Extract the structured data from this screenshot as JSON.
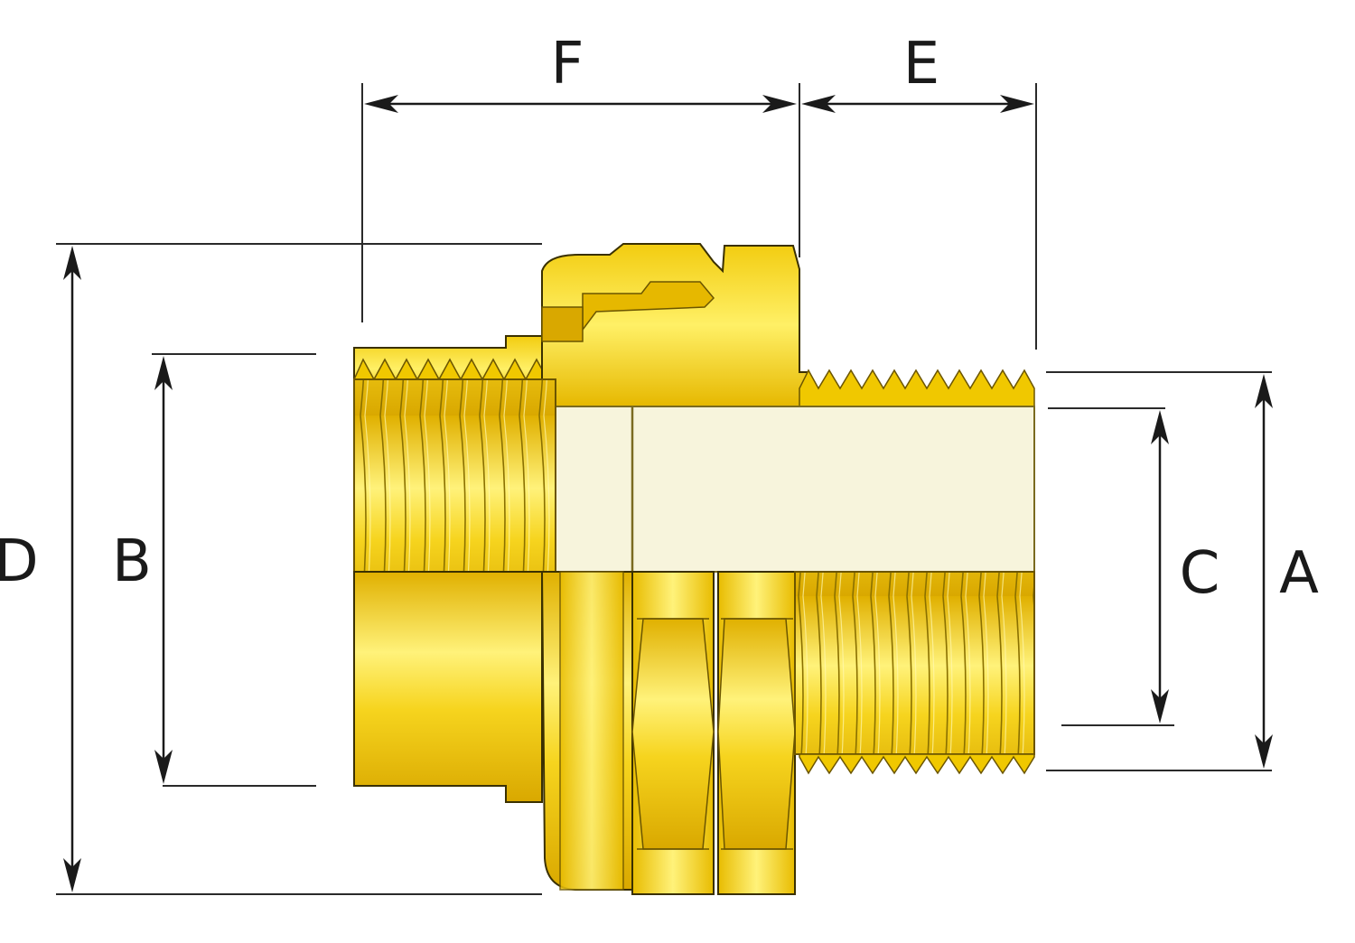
{
  "diagram": {
    "dimensions": {
      "A": "A",
      "B": "B",
      "C": "C",
      "D": "D",
      "E": "E",
      "F": "F"
    },
    "colors": {
      "brass_light": "#fff27a",
      "brass_mid": "#f5d21a",
      "brass_dark": "#d9a800",
      "bore": "#f7f4dc",
      "line": "#1a1a1a"
    }
  }
}
